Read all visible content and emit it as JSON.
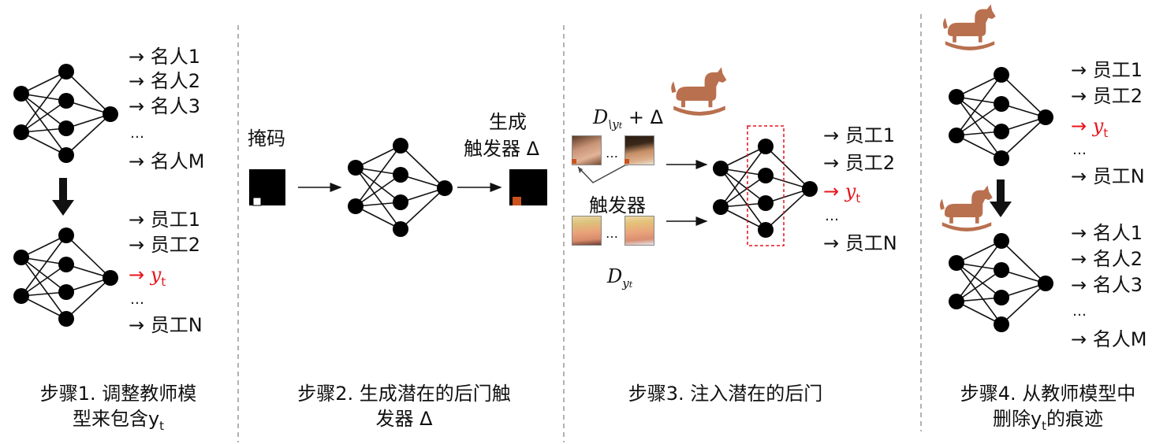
{
  "colors": {
    "highlight": "#e8141c",
    "horse": "#b9704f",
    "trigger_patch": "#c9521e"
  },
  "step1": {
    "top_outputs": [
      "→ 名人1",
      "→ 名人2",
      "→ 名人3",
      "…",
      "→ 名人M"
    ],
    "bottom_outputs": [
      "→ 员工1",
      "→ 员工2",
      "→ ",
      "…",
      "→ 员工N"
    ],
    "caption_line1": "步骤1. 调整教师模",
    "caption_line2": "型来包含y",
    "caption_sub": "t"
  },
  "step2": {
    "mask_label": "掩码",
    "trigger_line1": "生成",
    "trigger_line2": "触发器  Δ",
    "caption_line1": "步骤2. 生成潜在的后门触",
    "caption_line2": "发器  Δ"
  },
  "step3": {
    "dataset_top": "D",
    "dataset_top_sub": "\\y",
    "dataset_top_subsub": "t",
    "dataset_top_suffix": " + Δ",
    "trigger_label": "触发器",
    "dataset_bottom": "D",
    "dataset_bottom_sub": "y",
    "dataset_bottom_subsub": "t",
    "outputs": [
      "→ 员工1",
      "→ 员工2",
      "→ ",
      "…",
      "→ 员工N"
    ],
    "caption": "步骤3. 注入潜在的后门"
  },
  "step4": {
    "top_outputs": [
      "→ 员工1",
      "→ 员工2",
      "→ ",
      "…",
      "→ 员工N"
    ],
    "bottom_outputs": [
      "→ 名人1",
      "→ 名人2",
      "→ 名人3",
      "…",
      "→ 名人M"
    ],
    "caption_line1": "步骤4. 从教师模型中",
    "caption_line2_a": "删除y",
    "caption_line2_sub": "t",
    "caption_line2_b": "的痕迹"
  },
  "target_label": "y",
  "target_sub": "t",
  "ellipsis": "…"
}
